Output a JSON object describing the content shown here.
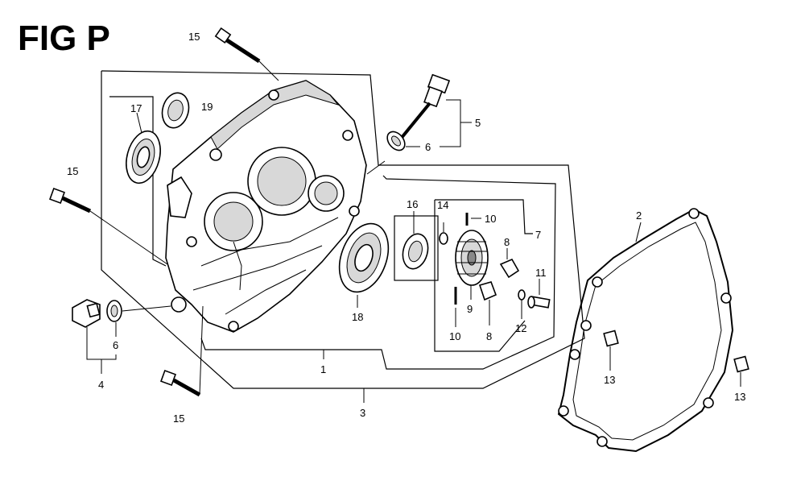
{
  "figure": {
    "title": "FIG P"
  },
  "callouts": [
    {
      "key": "c15a",
      "text": "15"
    },
    {
      "key": "c17",
      "text": "17"
    },
    {
      "key": "c19",
      "text": "19"
    },
    {
      "key": "c15b",
      "text": "15"
    },
    {
      "key": "c5",
      "text": "5"
    },
    {
      "key": "c6a",
      "text": "6"
    },
    {
      "key": "c16",
      "text": "16"
    },
    {
      "key": "c14",
      "text": "14"
    },
    {
      "key": "c10a",
      "text": "10"
    },
    {
      "key": "c7",
      "text": "7"
    },
    {
      "key": "c8a",
      "text": "8"
    },
    {
      "key": "c11",
      "text": "11"
    },
    {
      "key": "c9",
      "text": "9"
    },
    {
      "key": "c12",
      "text": "12"
    },
    {
      "key": "c10b",
      "text": "10"
    },
    {
      "key": "c8b",
      "text": "8"
    },
    {
      "key": "c18",
      "text": "18"
    },
    {
      "key": "c2",
      "text": "2"
    },
    {
      "key": "c13a",
      "text": "13"
    },
    {
      "key": "c13b",
      "text": "13"
    },
    {
      "key": "c6b",
      "text": "6"
    },
    {
      "key": "c4",
      "text": "4"
    },
    {
      "key": "c1",
      "text": "1"
    },
    {
      "key": "c15c",
      "text": "15"
    },
    {
      "key": "c3",
      "text": "3"
    }
  ]
}
